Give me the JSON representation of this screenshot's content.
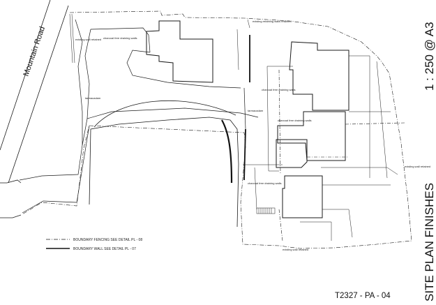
{
  "title_block": {
    "sheet_title": "SITE PLAN FINISHES",
    "scale": "1 : 250 @ A3",
    "drawing_number": "T2327 - PA - 04"
  },
  "street": {
    "name": "Mountain Road"
  },
  "legend": {
    "fencing_label": "BOUNDARY FENCING SEE DETAIL PL - 08",
    "wall_label": "BOUNDARY WALL SEE DETAIL  PL - 07"
  },
  "annotations": {
    "wall_top": "existing retaining walls retained",
    "wall_left": "existing wall retained",
    "drain_1": "charcoal free draining walls",
    "drain_2": "charcoal free draining walls",
    "drain_3": "charcoal free draining walls",
    "drain_4": "charcoal free draining walls",
    "tarmac_1": "tarmacadam",
    "tarmac_2": "tarmacadam",
    "wall_right": "existing wall retained",
    "wall_bottom": "existing wall retained"
  },
  "colors": {
    "line": "#1a1a1a",
    "background": "#ffffff"
  }
}
